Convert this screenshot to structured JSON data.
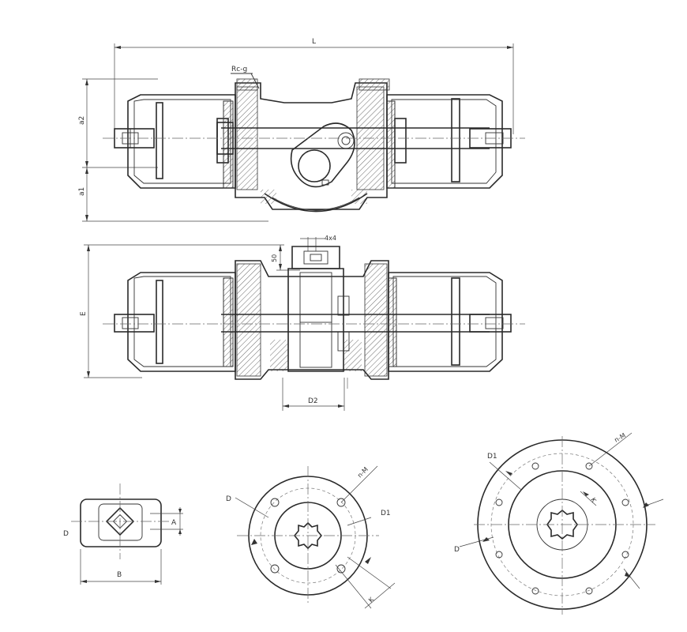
{
  "labels": {
    "L": "L",
    "Rcg": "Rc-g",
    "a2": "a2",
    "a1": "a1",
    "E": "E",
    "h50": "50",
    "key": "4x4",
    "D2": "D2",
    "D_sq": "D",
    "A": "A",
    "B": "B",
    "D_m": "D",
    "nM_m": "n-M",
    "D1_m": "D1",
    "K_m": "K",
    "D1_l": "D1",
    "nM_l": "n-M",
    "K_l": "K",
    "D_l": "D"
  }
}
